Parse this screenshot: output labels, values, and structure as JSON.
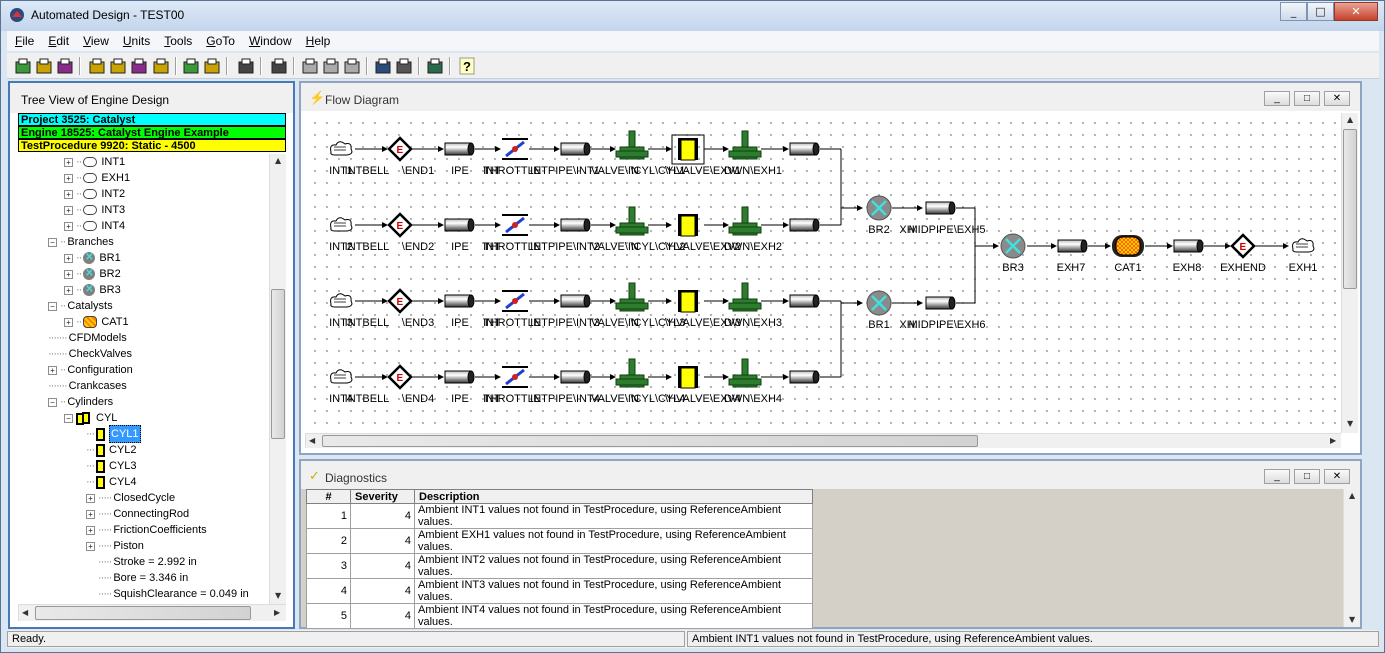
{
  "window": {
    "title": "Automated Design - TEST00"
  },
  "menu": [
    "File",
    "Edit",
    "View",
    "Units",
    "Tools",
    "GoTo",
    "Window",
    "Help"
  ],
  "menu_mnemonic": [
    "F",
    "E",
    "V",
    "U",
    "T",
    "G",
    "W",
    "H"
  ],
  "tree_panel": {
    "title": "Tree View of Engine Design",
    "project": "Project 3525: Catalyst",
    "engine": "Engine 18525: Catalyst Engine Example",
    "test_procedure": "TestProcedure 9920: Static - 4500",
    "colors": {
      "project": "#00ffff",
      "engine": "#00ff00",
      "test_procedure": "#ffff00"
    },
    "items": [
      {
        "label": "INT1",
        "level": 3,
        "pm": "+",
        "icon": "engine"
      },
      {
        "label": "EXH1",
        "level": 3,
        "pm": "+",
        "icon": "engine"
      },
      {
        "label": "INT2",
        "level": 3,
        "pm": "+",
        "icon": "engine"
      },
      {
        "label": "INT3",
        "level": 3,
        "pm": "+",
        "icon": "engine"
      },
      {
        "label": "INT4",
        "level": 3,
        "pm": "+",
        "icon": "engine"
      },
      {
        "label": "Branches",
        "level": 2,
        "pm": "-",
        "icon": ""
      },
      {
        "label": "BR1",
        "level": 3,
        "pm": "+",
        "icon": "branch"
      },
      {
        "label": "BR2",
        "level": 3,
        "pm": "+",
        "icon": "branch"
      },
      {
        "label": "BR3",
        "level": 3,
        "pm": "+",
        "icon": "branch"
      },
      {
        "label": "Catalysts",
        "level": 2,
        "pm": "-",
        "icon": ""
      },
      {
        "label": "CAT1",
        "level": 3,
        "pm": "+",
        "icon": "catalyst"
      },
      {
        "label": "CFDModels",
        "level": 2,
        "pm": "",
        "icon": ""
      },
      {
        "label": "CheckValves",
        "level": 2,
        "pm": "",
        "icon": ""
      },
      {
        "label": "Configuration",
        "level": 2,
        "pm": "+",
        "icon": ""
      },
      {
        "label": "Crankcases",
        "level": 2,
        "pm": "",
        "icon": ""
      },
      {
        "label": "Cylinders",
        "level": 2,
        "pm": "-",
        "icon": ""
      },
      {
        "label": "CYL",
        "level": 3,
        "pm": "-",
        "icon": "cylinders"
      },
      {
        "label": "CYL1",
        "level": 4,
        "pm": "",
        "icon": "cylinder",
        "selected": true
      },
      {
        "label": "CYL2",
        "level": 4,
        "pm": "",
        "icon": "cylinder"
      },
      {
        "label": "CYL3",
        "level": 4,
        "pm": "",
        "icon": "cylinder"
      },
      {
        "label": "CYL4",
        "level": 4,
        "pm": "",
        "icon": "cylinder"
      },
      {
        "label": "ClosedCycle",
        "level": 4,
        "pm": "+",
        "icon": "",
        "dots": true
      },
      {
        "label": "ConnectingRod",
        "level": 4,
        "pm": "+",
        "icon": "",
        "dots": true
      },
      {
        "label": "FrictionCoefficients",
        "level": 4,
        "pm": "+",
        "icon": "",
        "dots": true
      },
      {
        "label": "Piston",
        "level": 4,
        "pm": "+",
        "icon": "",
        "dots": true
      },
      {
        "label": "Stroke = 2.992 in",
        "level": 4,
        "pm": "",
        "icon": "",
        "dots": true
      },
      {
        "label": "Bore = 3.346 in",
        "level": 4,
        "pm": "",
        "icon": "",
        "dots": true
      },
      {
        "label": "SquishClearance = 0.049 in",
        "level": 4,
        "pm": "",
        "icon": "",
        "dots": true
      }
    ]
  },
  "flow_panel": {
    "title": "Flow Diagram"
  },
  "flow_rows": [
    {
      "labels": [
        "INT1",
        "INTBELL",
        "\\END1",
        "IPE",
        "INT",
        "THROTTLE",
        "INTPIPE\\INT1",
        "VALVE\\IN",
        "\\CYL\\CYL1",
        "\\HVALVE\\EXV1",
        "DWN\\EXH1"
      ]
    },
    {
      "labels": [
        "INT2",
        "INTBELL",
        "\\END2",
        "IPE",
        "INT",
        "THROTTLE",
        "INTPIPE\\INT2",
        "VALVE\\IN",
        "\\CYL\\CYL2",
        "\\HVALVE\\EXV2",
        "DWN\\EXH2"
      ]
    },
    {
      "labels": [
        "INT3",
        "INTBELL",
        "\\END3",
        "IPE",
        "INT",
        "THROTTLE",
        "INTPIPE\\INT3",
        "VALVE\\IN",
        "\\CYL\\CYL3",
        "\\HVALVE\\EXV3",
        "DWN\\EXH3"
      ]
    },
    {
      "labels": [
        "INT4",
        "INTBELL",
        "\\END4",
        "IPE",
        "INT",
        "THROTTLE",
        "INTPIPE\\INT4",
        "VALVE\\IN",
        "\\CYL\\CYL4",
        "\\HVALVE\\EXV4",
        "DWN\\EXH4"
      ]
    }
  ],
  "flow_merge": {
    "top": [
      "BR2",
      "XH",
      "MIDPIPE\\EXH5"
    ],
    "bottom": [
      "BR1",
      "XH",
      "MIDPIPE\\EXH6"
    ],
    "main": [
      "BR3",
      "EXH7",
      "CAT1",
      "EXH8",
      "EXHEND",
      "EXH1"
    ]
  },
  "diagnostics": {
    "title": "Diagnostics",
    "columns": [
      "#",
      "Severity",
      "Description"
    ],
    "rows": [
      {
        "n": "1",
        "severity": "4",
        "description": "Ambient INT1 values not found in TestProcedure, using ReferenceAmbient values."
      },
      {
        "n": "2",
        "severity": "4",
        "description": "Ambient EXH1 values not found in TestProcedure, using ReferenceAmbient values."
      },
      {
        "n": "3",
        "severity": "4",
        "description": "Ambient INT2 values not found in TestProcedure, using ReferenceAmbient values."
      },
      {
        "n": "4",
        "severity": "4",
        "description": "Ambient INT3 values not found in TestProcedure, using ReferenceAmbient values."
      },
      {
        "n": "5",
        "severity": "4",
        "description": "Ambient INT4 values not found in TestProcedure, using ReferenceAmbient values."
      }
    ]
  },
  "status": {
    "left": "Ready.",
    "right": "Ambient INT1 values not found in TestProcedure, using ReferenceAmbient values."
  },
  "caption_icons": {
    "minimize": "_",
    "restore": "□",
    "close": "✕"
  },
  "colors": {
    "valve": "#2e7d2e",
    "cylinder": "#ffff00",
    "branch": "#3fe0e0",
    "endcap": "#cc0000"
  }
}
